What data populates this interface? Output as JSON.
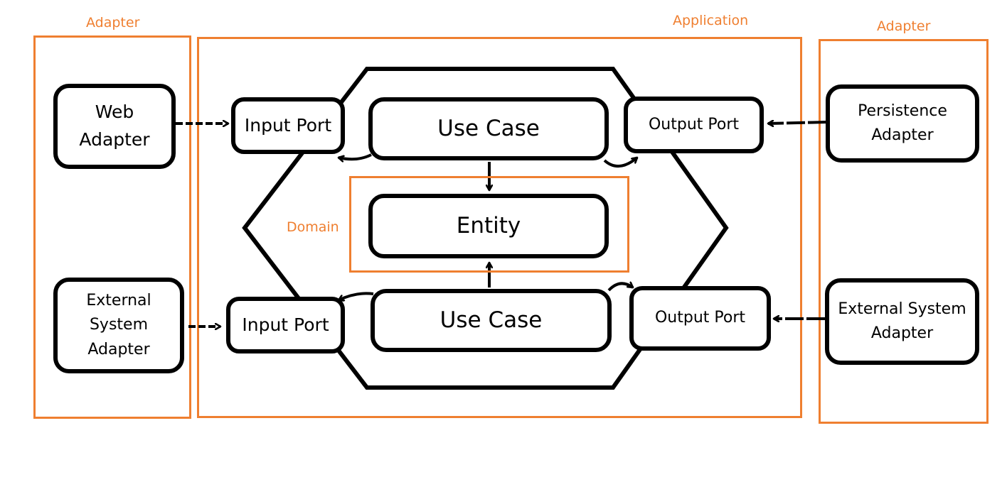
{
  "colors": {
    "accent": "#ef7f30",
    "stroke": "#000000"
  },
  "zones": {
    "adapter_left": {
      "label": "Adapter"
    },
    "application": {
      "label": "Application"
    },
    "adapter_right": {
      "label": "Adapter"
    },
    "domain": {
      "label": "Domain"
    }
  },
  "nodes": {
    "web_adapter": {
      "line1": "Web",
      "line2": "Adapter"
    },
    "external_system_adapter_left": {
      "line1": "External",
      "line2": "System",
      "line3": "Adapter"
    },
    "input_port_top": {
      "label": "Input Port"
    },
    "input_port_bottom": {
      "label": "Input Port"
    },
    "use_case_top": {
      "label": "Use Case"
    },
    "use_case_bottom": {
      "label": "Use Case"
    },
    "entity": {
      "label": "Entity"
    },
    "output_port_top": {
      "label": "Output Port"
    },
    "output_port_bottom": {
      "label": "Output Port"
    },
    "persistence_adapter": {
      "line1": "Persistence",
      "line2": "Adapter"
    },
    "external_system_adapter_right": {
      "line1": "External System",
      "line2": "Adapter"
    }
  }
}
